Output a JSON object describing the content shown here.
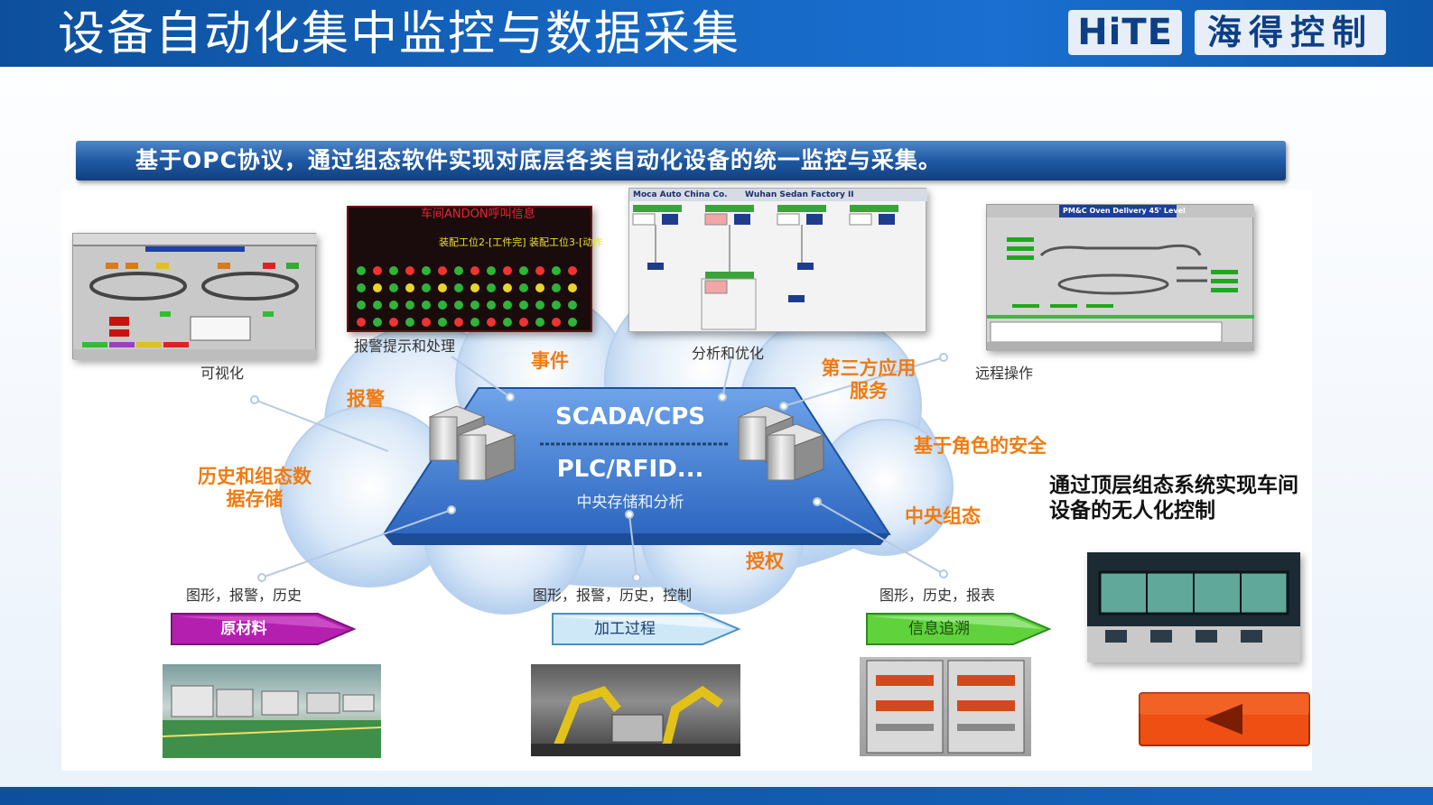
{
  "header": {
    "title": "设备自动化集中监控与数据采集",
    "logo_mark": "HiTE",
    "logo_text": "海得控制"
  },
  "banner": {
    "text": "基于OPC协议，通过组态软件实现对底层各类自动化设备的统一监控与采集。"
  },
  "screenshots": {
    "visualization": {
      "caption": "可视化"
    },
    "alarm": {
      "caption": "报警提示和处理",
      "title": "车间ANDON呼叫信息",
      "row_text": "装配工位2-[工件完] 装配工位3-[动作"
    },
    "analysis": {
      "caption": "分析和优化",
      "company": "Moca Auto China Co.",
      "factory": "Wuhan Sedan Factory II"
    },
    "remote": {
      "caption": "远程操作",
      "title": "PM&C Oven Delivery 45' Level"
    }
  },
  "center": {
    "line1": "SCADA/CPS",
    "line2": "PLC/RFID...",
    "line3": "中央存储和分析"
  },
  "labels": {
    "event": "事件",
    "alarm": "报警",
    "third_party": "第三方应用服务",
    "role_security": "基于角色的安全",
    "history": "历史和组态数据存储",
    "central_config": "中央组态",
    "authorization": "授权"
  },
  "flow": [
    {
      "caption": "图形，报警，历史",
      "label": "原材料",
      "color": "#b51fb0"
    },
    {
      "caption": "图形，报警，历史，控制",
      "label": "加工过程",
      "color": "#6fb8e8"
    },
    {
      "caption": "图形，历史，报表",
      "label": "信息追溯",
      "color": "#5fd23c"
    }
  ],
  "side_note": "通过顶层组态系统实现车间设备的无人化控制",
  "colors": {
    "accent": "#f07b12",
    "header": "#1565c0",
    "cloud": "#c6dcf4",
    "platform": "#3f7fd6"
  }
}
